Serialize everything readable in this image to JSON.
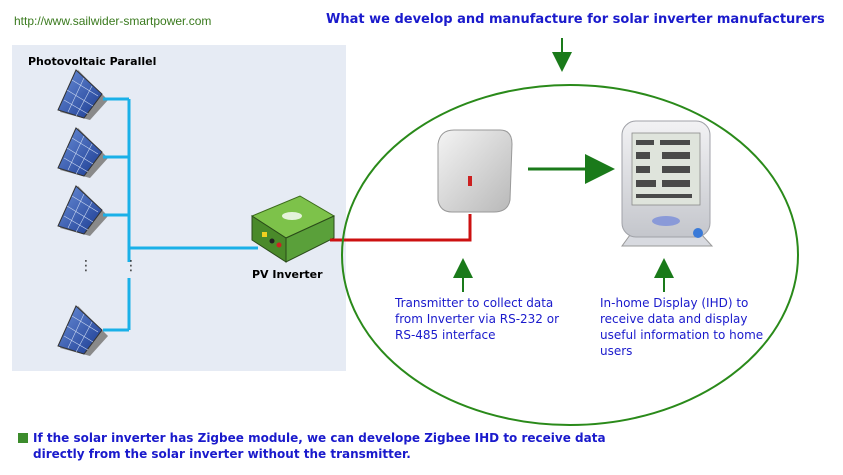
{
  "header": {
    "url": "http://www.sailwider-smartpower.com",
    "headline": "What we develop and manufacture for solar inverter manufacturers"
  },
  "pv_array": {
    "title": "Photovoltaic Parallel",
    "ellipsis": "⋮"
  },
  "inverter": {
    "label": "PV  Inverter"
  },
  "transmitter": {
    "caption": "Transmitter to collect data from Inverter via RS-232 or RS-485 interface"
  },
  "ihd": {
    "caption": "In-home Display (IHD) to receive data and display useful information to home users"
  },
  "note": {
    "line1": "If the solar inverter has Zigbee module, we can develope Zigbee IHD to receive data",
    "line2": "directly from the solar inverter without the transmitter."
  },
  "colors": {
    "headline": "#1a1acc",
    "url": "#3a7a1e",
    "bus_line": "#1ab0e8",
    "cable": "#cc1111",
    "ellipse": "#2a8a1a",
    "arrow": "#1a7a1a"
  }
}
